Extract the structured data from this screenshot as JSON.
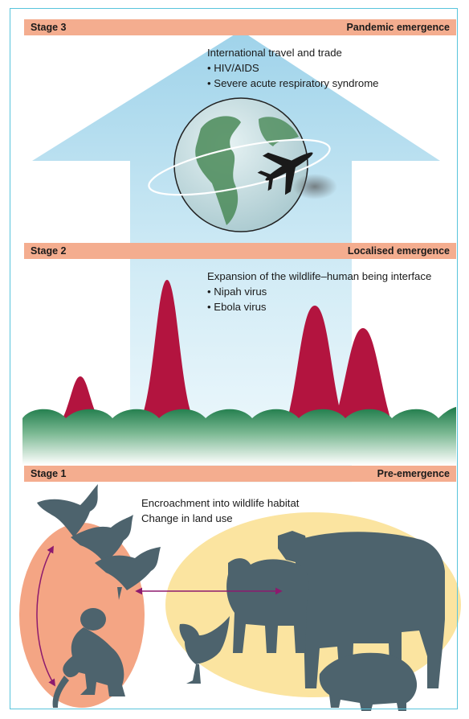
{
  "stages": [
    {
      "stage_label": "Stage 3",
      "title": "Pandemic emergence",
      "heading": "International travel and trade",
      "items": [
        "• HIV/AIDS",
        "• Severe acute respiratory syndrome"
      ]
    },
    {
      "stage_label": "Stage 2",
      "title": "Localised emergence",
      "heading": "Expansion of the wildlife–human being interface",
      "items": [
        "• Nipah virus",
        "• Ebola virus"
      ]
    },
    {
      "stage_label": "Stage 1",
      "title": "Pre-emergence",
      "heading": "Encroachment into wildlife habitat",
      "items": [
        "Change in land use"
      ]
    }
  ],
  "colors": {
    "banner": "#f4ad8f",
    "arrow": "#bfe3f1",
    "frame": "#58c4dc",
    "peak": "#b3143f",
    "hills": "#1e7b4a",
    "wildlife_oval": "#f4a584",
    "domestic_oval": "#fbe4a0",
    "silhouette": "#4d636d",
    "link": "#8d1a6e"
  },
  "icons": [
    "globe-icon",
    "airplane-icon",
    "bat-icon",
    "monkey-icon",
    "cow-icon",
    "sheep-icon",
    "rooster-icon",
    "pig-icon"
  ]
}
